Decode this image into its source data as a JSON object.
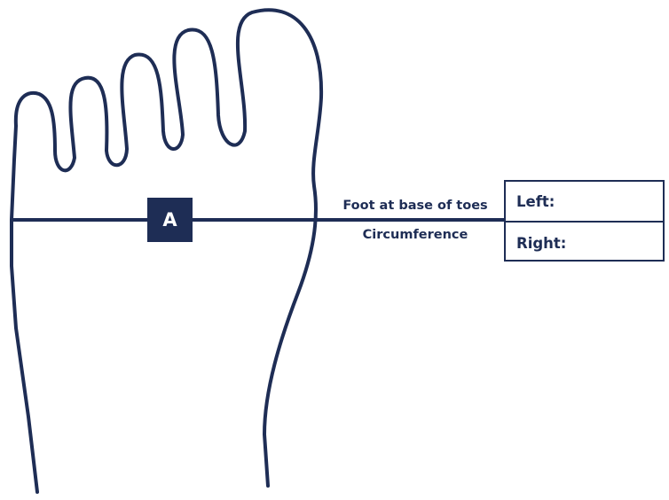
{
  "diagram": {
    "marker_letter": "A",
    "label_top": "Foot at base of toes",
    "label_bottom": "Circumference",
    "table": {
      "left_label": "Left:",
      "right_label": "Right:"
    },
    "line_color": "#1e2d55",
    "marker_color": "#1e2d55"
  }
}
